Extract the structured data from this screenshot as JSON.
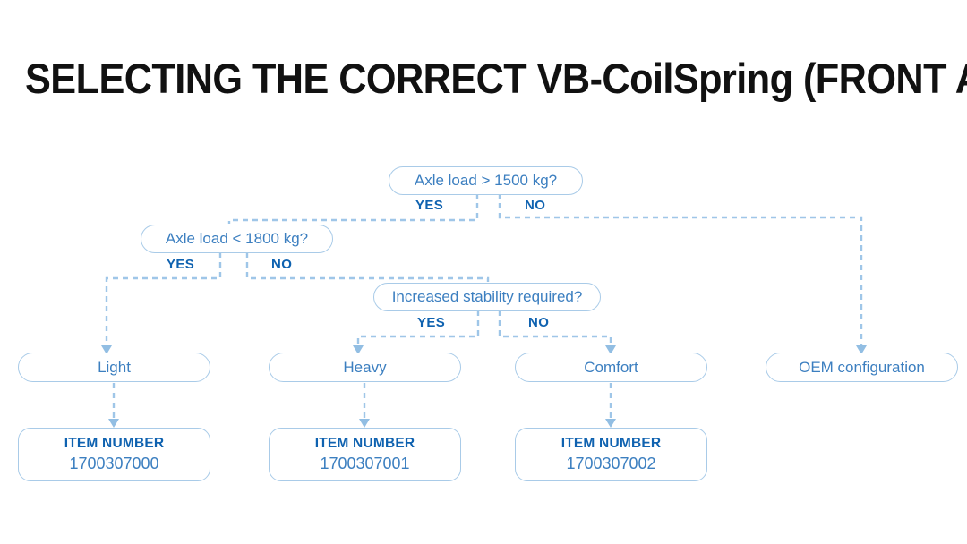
{
  "page": {
    "title": "SELECTING THE CORRECT VB-CoilSpring (FRONT AXLE)",
    "background_color": "#ffffff"
  },
  "colors": {
    "title_text": "#111111",
    "node_text": "#3c7fc0",
    "node_border": "#a9cbe8",
    "branch_label": "#0f62b0",
    "connector": "#9fc6e8",
    "arrow_head": "#92bee3"
  },
  "flowchart": {
    "type": "decision-tree",
    "decisions": [
      {
        "id": "d1",
        "label": "Axle load > 1500 kg?",
        "yes_label": "YES",
        "no_label": "NO",
        "yes_target": "d2",
        "no_target": "r4"
      },
      {
        "id": "d2",
        "label": "Axle load < 1800 kg?",
        "yes_label": "YES",
        "no_label": "NO",
        "yes_target": "r1",
        "no_target": "d3"
      },
      {
        "id": "d3",
        "label": "Increased stability required?",
        "yes_label": "YES",
        "no_label": "NO",
        "yes_target": "r2",
        "no_target": "r3"
      }
    ],
    "results": [
      {
        "id": "r1",
        "label": "Light"
      },
      {
        "id": "r2",
        "label": "Heavy"
      },
      {
        "id": "r3",
        "label": "Comfort"
      },
      {
        "id": "r4",
        "label": "OEM configuration"
      }
    ],
    "items": [
      {
        "id": "i1",
        "title": "ITEM NUMBER",
        "value": "1700307000",
        "from": "r1"
      },
      {
        "id": "i2",
        "title": "ITEM NUMBER",
        "value": "1700307001",
        "from": "r2"
      },
      {
        "id": "i3",
        "title": "ITEM NUMBER",
        "value": "1700307002",
        "from": "r3"
      }
    ]
  }
}
